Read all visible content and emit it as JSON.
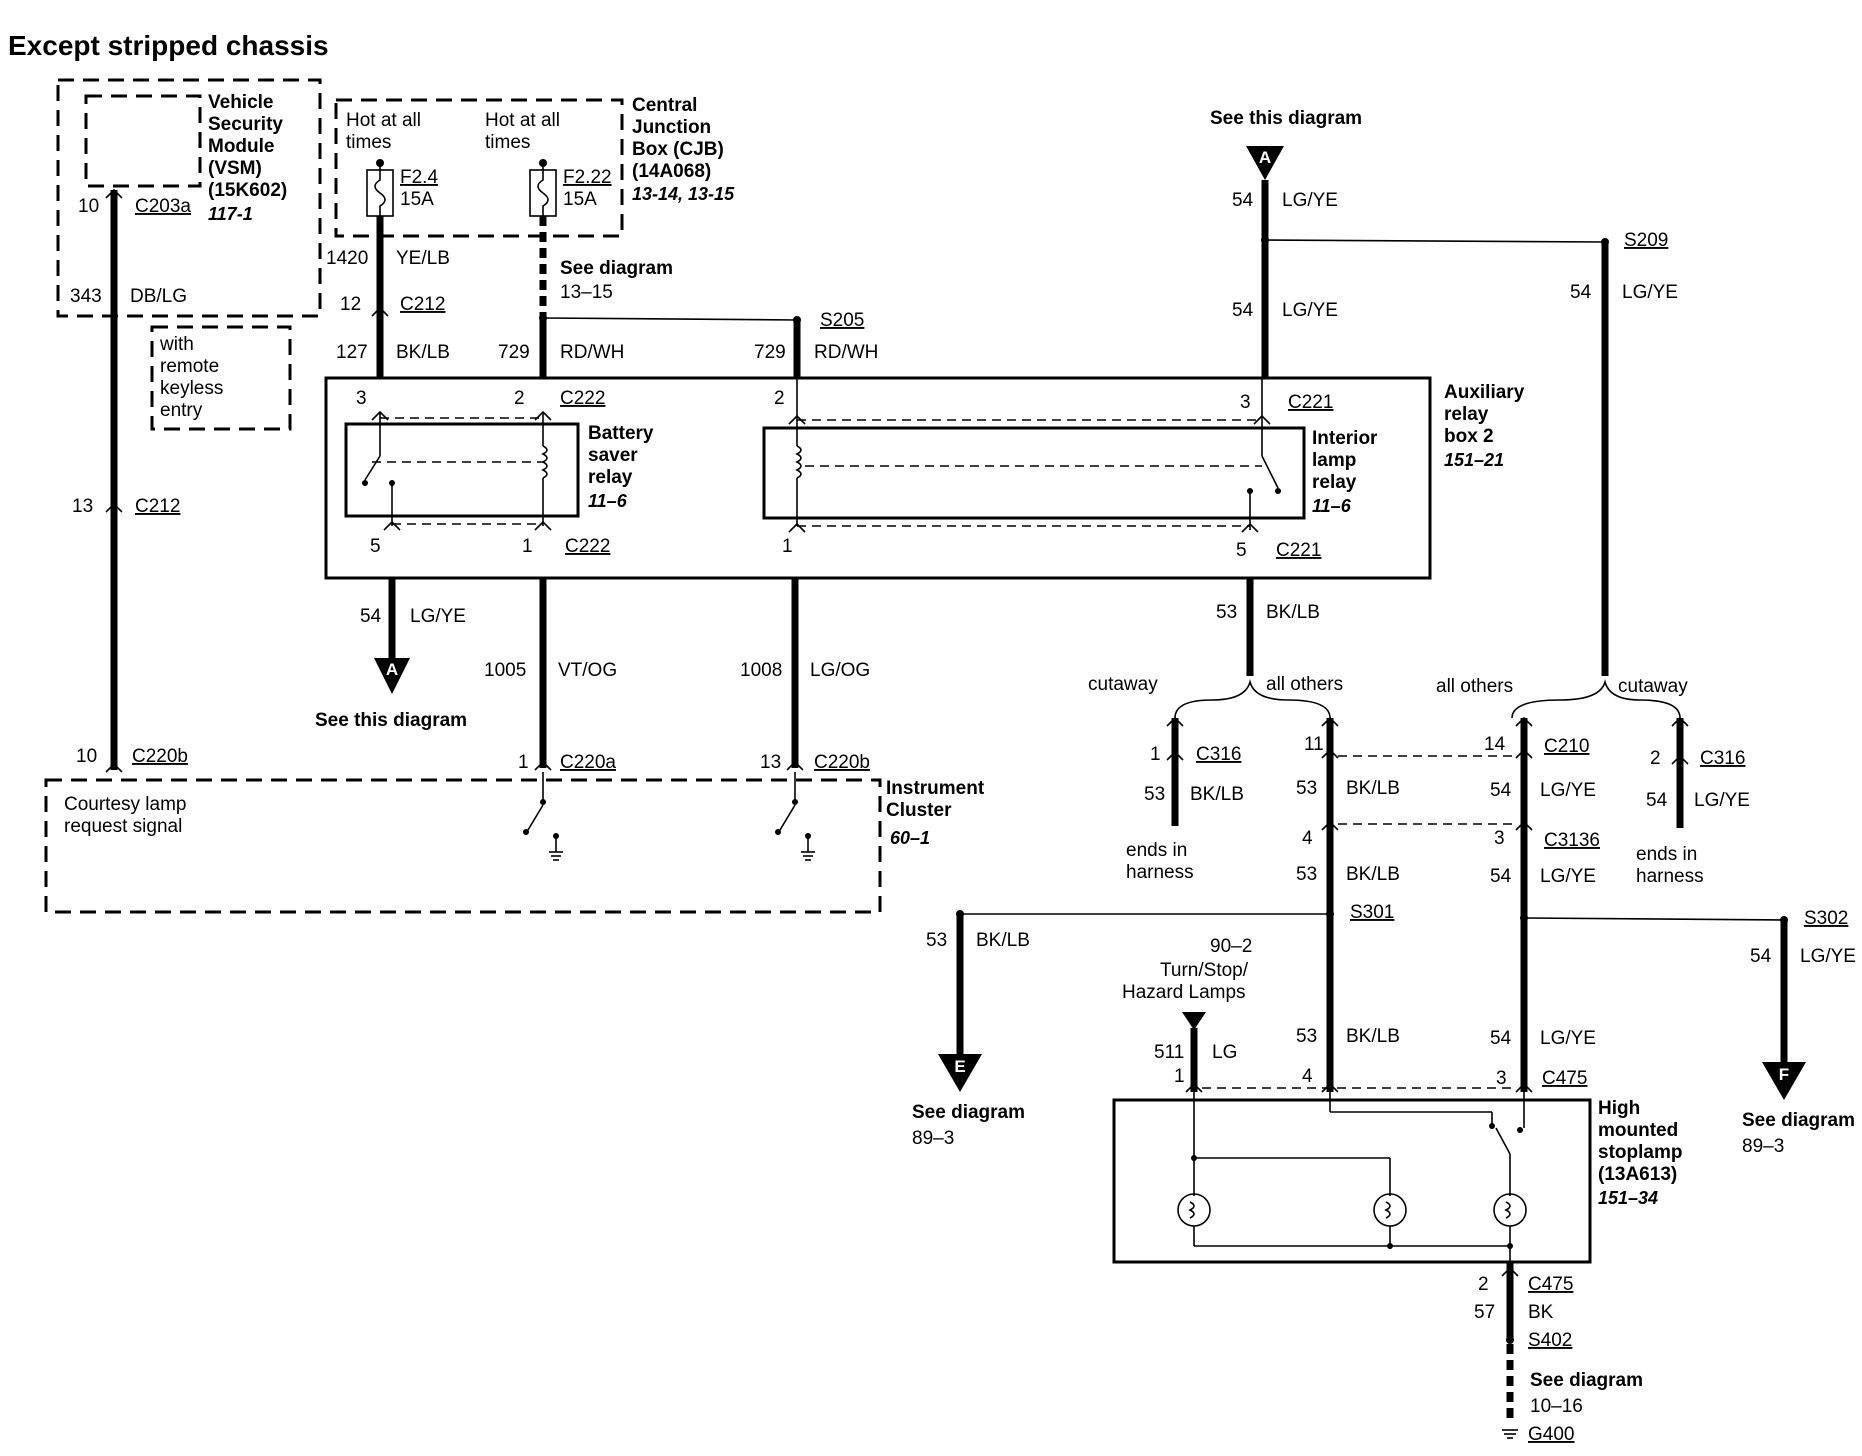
{
  "title": "Except stripped chassis",
  "vsm": {
    "lines": [
      "Vehicle",
      "Security",
      "Module",
      "(VSM)",
      "(15K602)"
    ],
    "ref": "117-1"
  },
  "cjb": {
    "lines": [
      "Central",
      "Junction",
      "Box (CJB)",
      "(14A068)"
    ],
    "ref": "13-14, 13-15",
    "hot1": [
      "Hot at all",
      "times"
    ],
    "hot2": [
      "Hot at all",
      "times"
    ],
    "f1": "F2.4",
    "f1a": "15A",
    "f2": "F2.22",
    "f2a": "15A"
  },
  "remote": [
    "with",
    "remote",
    "keyless",
    "entry"
  ],
  "see_diagram_13_15": [
    "See diagram",
    "13–15"
  ],
  "aux": {
    "lines": [
      "Auxiliary",
      "relay",
      "box 2"
    ],
    "ref": "151–21"
  },
  "battery_saver": {
    "lines": [
      "Battery",
      "saver",
      "relay"
    ],
    "ref": "11–6"
  },
  "interior_relay": {
    "lines": [
      "Interior",
      "lamp",
      "relay"
    ],
    "ref": "11–6"
  },
  "cluster": {
    "lines": [
      "Instrument",
      "Cluster"
    ],
    "ref": "60–1",
    "signal": [
      "Courtesy lamp",
      "request signal"
    ]
  },
  "hmsl": {
    "lines": [
      "High",
      "mounted",
      "stoplamp",
      "(13A613)"
    ],
    "ref": "151–34"
  },
  "see_this_diagram": "See this diagram",
  "see_diagram": "See diagram",
  "turn_stop": [
    "90–2",
    "Turn/Stop/",
    "Hazard Lamps"
  ],
  "ends_in_harness": [
    "ends in",
    "harness"
  ],
  "variants": {
    "cutaway": "cutaway",
    "all_others": "all others"
  },
  "refs": {
    "e": "89–3",
    "f": "89–3",
    "g": "10–16"
  },
  "arrows": {
    "a": "A",
    "e": "E",
    "f": "F"
  },
  "splices": {
    "s205": "S205",
    "s209": "S209",
    "s301": "S301",
    "s302": "S302",
    "s402": "S402",
    "g400": "G400"
  },
  "connectors": {
    "c203a": "C203a",
    "c212": "C212",
    "c222": "C222",
    "c221": "C221",
    "c220b": "C220b",
    "c220a": "C220a",
    "c316": "C316",
    "c210": "C210",
    "c3136": "C3136",
    "c475": "C475"
  },
  "circuits": [
    {
      "id": "343",
      "color": "DB/LG"
    },
    {
      "id": "1420",
      "color": "YE/LB"
    },
    {
      "id": "127",
      "color": "BK/LB"
    },
    {
      "id": "729",
      "color": "RD/WH"
    },
    {
      "id": "54",
      "color": "LG/YE"
    },
    {
      "id": "1005",
      "color": "VT/OG"
    },
    {
      "id": "1008",
      "color": "LG/OG"
    },
    {
      "id": "53",
      "color": "BK/LB"
    },
    {
      "id": "511",
      "color": "LG"
    },
    {
      "id": "57",
      "color": "BK"
    }
  ],
  "pins": {
    "p10": "10",
    "p12": "12",
    "p13": "13",
    "p3": "3",
    "p2": "2",
    "p5": "5",
    "p1": "1",
    "p11": "11",
    "p14": "14",
    "p4": "4"
  }
}
